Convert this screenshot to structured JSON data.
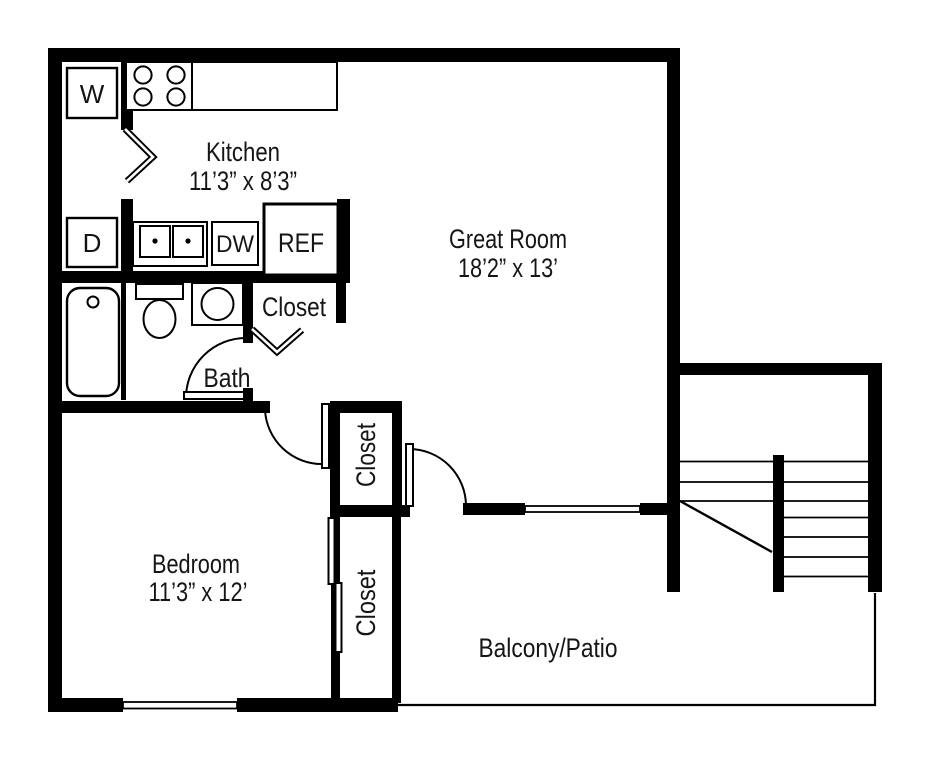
{
  "colors": {
    "wall": "#000000",
    "background": "#ffffff",
    "text": "#151515"
  },
  "rooms": {
    "kitchen": {
      "name": "Kitchen",
      "dimensions": "11’3” x 8’3”"
    },
    "great_room": {
      "name": "Great Room",
      "dimensions": "18’2” x 13’"
    },
    "bath": {
      "name": "Bath"
    },
    "bedroom": {
      "name": "Bedroom",
      "dimensions": "11’3” x 12’"
    },
    "balcony": {
      "name": "Balcony/Patio"
    },
    "entry_closet": {
      "name": "Closet"
    },
    "hall_closet": {
      "name": "Closet"
    },
    "bedroom_closet": {
      "name": "Closet"
    }
  },
  "appliances": {
    "washer": "W",
    "dryer": "D",
    "dishwasher": "DW",
    "refrigerator": "REF"
  }
}
